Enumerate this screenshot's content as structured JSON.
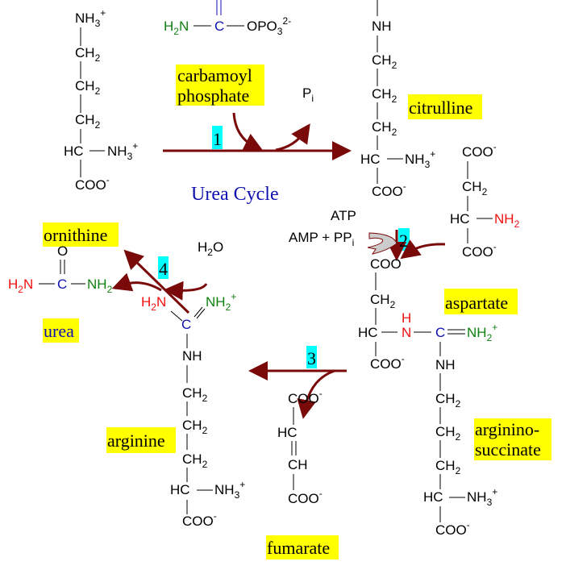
{
  "title": "Urea Cycle",
  "labels": {
    "carbamoyl": "carbamoyl",
    "phosphate": "phosphate",
    "citrulline": "citrulline",
    "aspartate": "aspartate",
    "arginino": "arginino-",
    "succinate": "succinate",
    "fumarate": "fumarate",
    "arginine": "arginine",
    "ornithine": "ornithine",
    "urea": "urea"
  },
  "steps": [
    "1",
    "2",
    "3",
    "4"
  ],
  "reagents": {
    "pi": "P",
    "pi_sub": "i",
    "atp": "ATP",
    "amp": "AMP + PP",
    "amp_sub": "i",
    "h2o_h": "H",
    "h2o_2": "2",
    "h2o_o": "O"
  },
  "atoms": {
    "NH3": "NH",
    "NH": "NH",
    "NH2": "NH",
    "CH2": "CH",
    "HC": "HC",
    "COO": "COO",
    "minus": "-",
    "plus": "+",
    "sub2": "2",
    "sub3": "3",
    "C": "C",
    "N": "N",
    "H": "H",
    "O": "O",
    "H2N": "H",
    "H2N_N": "N",
    "OPO3": "OPO",
    "charge2": "2-",
    "CH": "CH",
    "dash": "—"
  },
  "colors": {
    "highlight": "#ffff00",
    "step_box": "#00ffff",
    "arrow": "#7a0a0a",
    "title": "#1010b0",
    "carbon": "#1010b0",
    "amino_green": "#108010",
    "amino_red": "#f01010"
  }
}
